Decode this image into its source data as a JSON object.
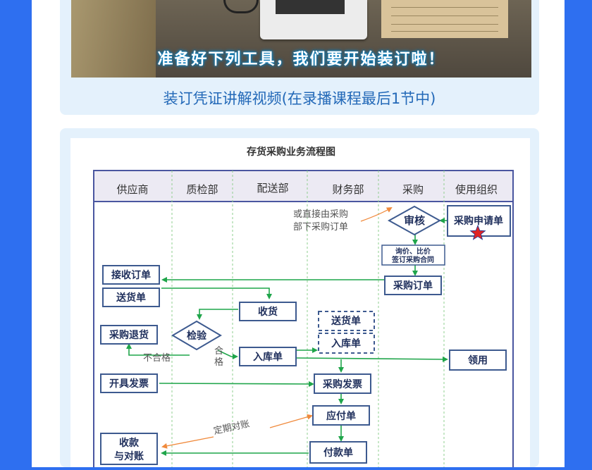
{
  "video": {
    "overlay_text": "准备好下列工具，我们要开始装订啦！",
    "caption": "装订凭证讲解视频(在录播课程最后1节中)"
  },
  "diagram": {
    "title": "存货采购业务流程图",
    "lanes": [
      "供应商",
      "质检部",
      "配送部",
      "财务部",
      "采购",
      "使用组织"
    ],
    "nodes": {
      "review": "审核",
      "request": "采购申请单",
      "inquiry_l1": "询价、比价",
      "inquiry_l2": "签订采购合同",
      "po": "采购订单",
      "receive_order": "接收订单",
      "delivery_supplier": "送货单",
      "receive_goods": "收货",
      "inspect": "检验",
      "return": "采购退货",
      "warehouse_in": "入库单",
      "dash_delivery": "送货单",
      "dash_warehouse": "入库单",
      "use": "领用",
      "issue_invoice": "开具发票",
      "purchase_invoice": "采购发票",
      "payable": "应付单",
      "collect_l1": "收款",
      "collect_l2": "与对账",
      "payment": "付款单"
    },
    "labels": {
      "direct_l1": "或直接由采购",
      "direct_l2": "部下采购订单",
      "fail": "不合格",
      "pass_1": "合",
      "pass_2": "格",
      "reconcile": "定期对账"
    }
  }
}
